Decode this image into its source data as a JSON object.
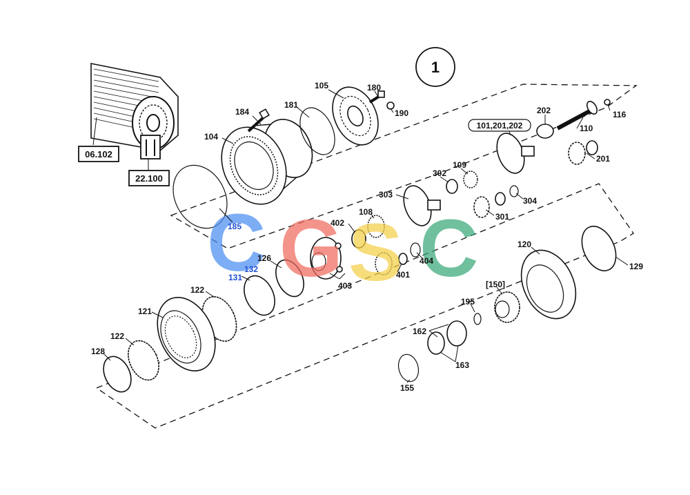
{
  "figure": {
    "group_number": "1",
    "ref_boxes": [
      "06.102",
      "22.100"
    ],
    "watermark": {
      "letters": [
        "C",
        "G",
        "S",
        "C"
      ],
      "colors": [
        "#4a8ef2",
        "#ef6a5e",
        "#f5cf47",
        "#3aa87a"
      ]
    },
    "labels": {
      "l105": "105",
      "l180": "180",
      "l190": "190",
      "l184": "184",
      "l181": "181",
      "l104": "104",
      "l185": "185",
      "l202": "202",
      "l116": "116",
      "l110": "110",
      "l101": "101,201,202",
      "l201": "201",
      "l109": "109",
      "l302": "302",
      "l303": "303",
      "l304": "304",
      "l301": "301",
      "l108": "108",
      "l402": "402",
      "l404": "404",
      "l401": "401",
      "l403": "403",
      "l126": "126",
      "l132": "132",
      "l131": "131",
      "l122a": "122",
      "l121": "121",
      "l122b": "122",
      "l128": "128",
      "l120": "120",
      "l129": "129",
      "l150": "[150]",
      "l195": "195",
      "l162": "162",
      "l163": "163",
      "l155": "155"
    }
  }
}
